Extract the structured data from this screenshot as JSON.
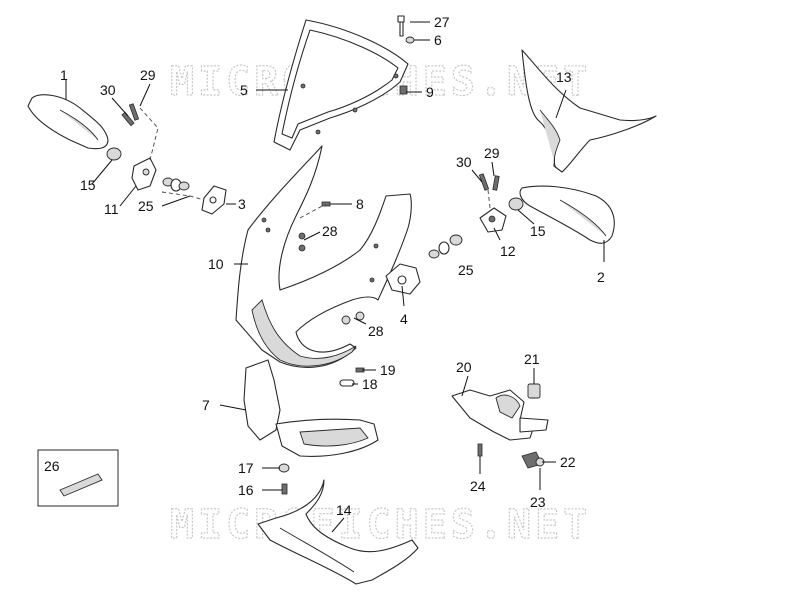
{
  "watermark": "MICROFICHES.NET",
  "callouts": {
    "c1": "1",
    "c2": "2",
    "c3": "3",
    "c4": "4",
    "c5": "5",
    "c6": "6",
    "c7": "7",
    "c8": "8",
    "c9": "9",
    "c10": "10",
    "c11": "11",
    "c12": "12",
    "c13": "13",
    "c14": "14",
    "c15a": "15",
    "c15b": "15",
    "c16": "16",
    "c17": "17",
    "c18": "18",
    "c19": "19",
    "c20": "20",
    "c21": "21",
    "c22": "22",
    "c23": "23",
    "c24": "24",
    "c25a": "25",
    "c25b": "25",
    "c26": "26",
    "c27": "27",
    "c28a": "28",
    "c28b": "28",
    "c29a": "29",
    "c29b": "29",
    "c30a": "30",
    "c30b": "30"
  }
}
